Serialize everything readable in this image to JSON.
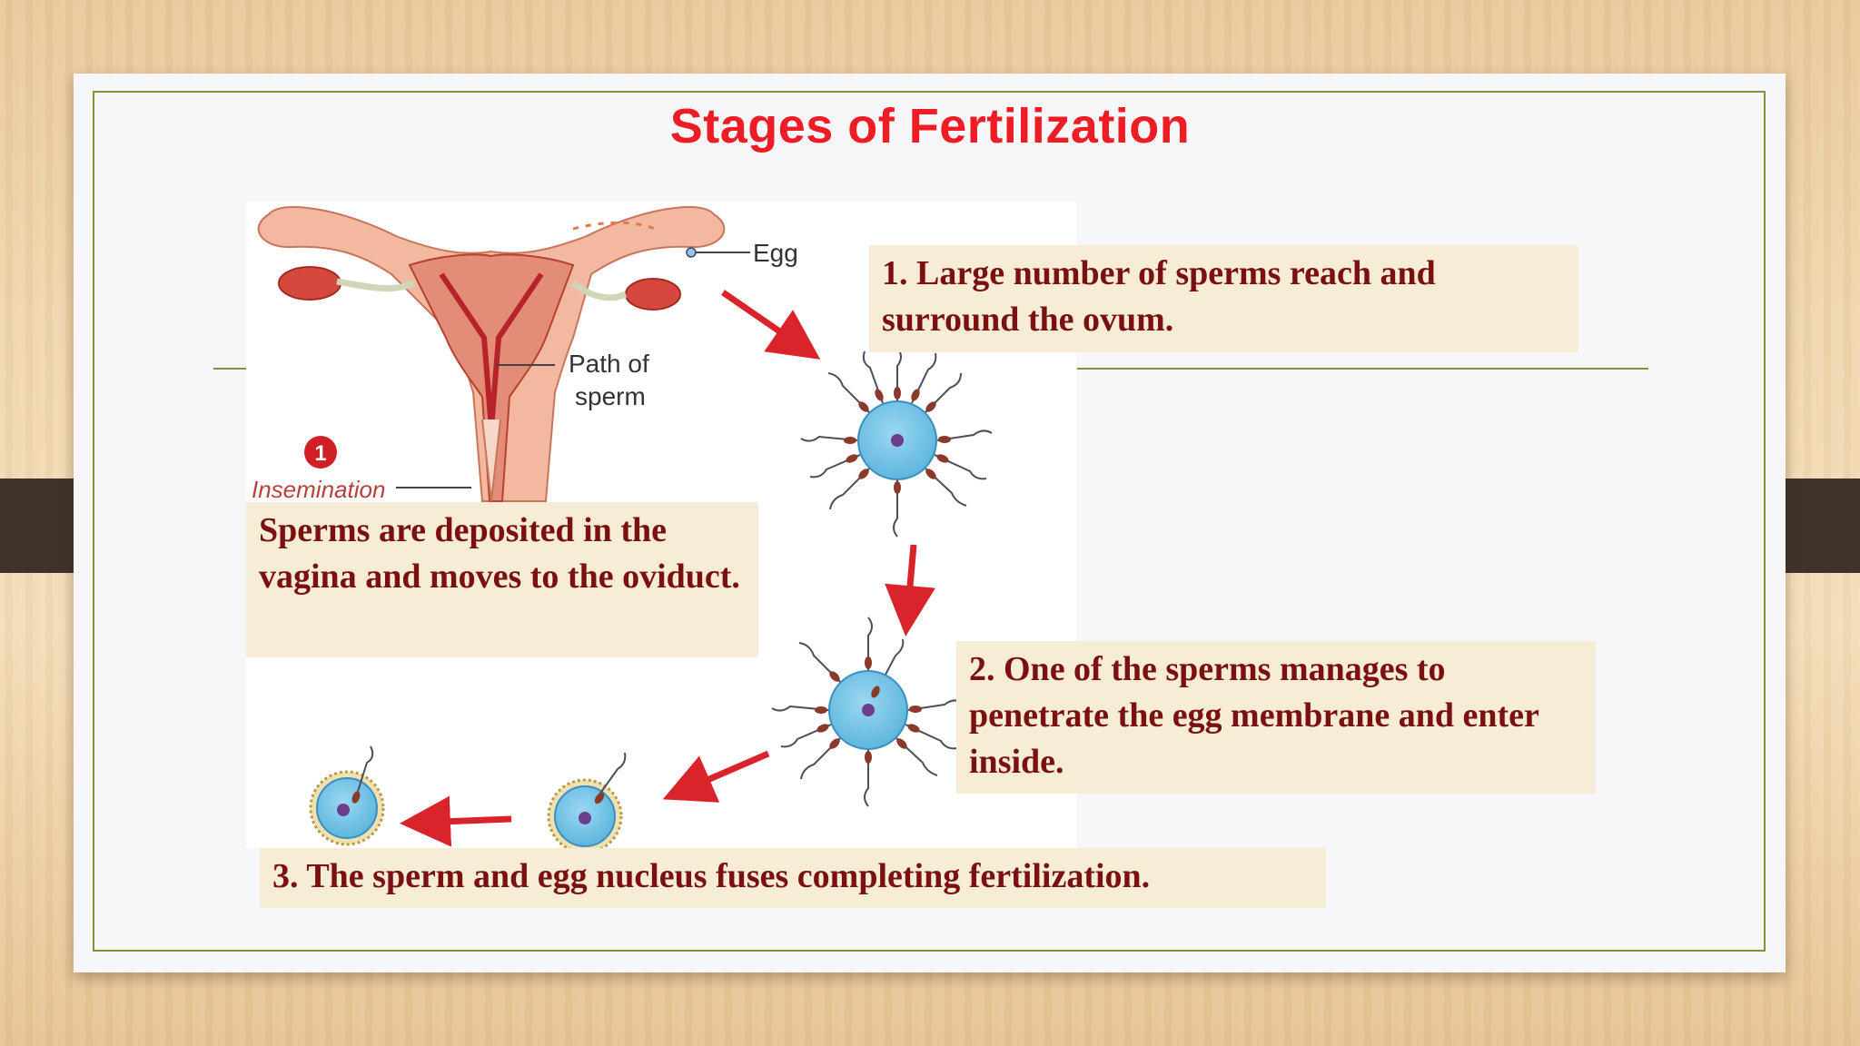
{
  "slide": {
    "title": "Stages of Fertilization"
  },
  "diagram_labels": {
    "egg": "Egg",
    "path_of_sperm_line1": "Path of",
    "path_of_sperm_line2": "sperm",
    "step_badge": "1",
    "insemination": "Insemination"
  },
  "stages": {
    "insemination_text": "Sperms are deposited in the vagina and moves to the oviduct.",
    "stage1": "1. Large number of sperms reach and surround the ovum.",
    "stage2": "2. One of the sperms manages to penetrate the egg membrane and enter inside.",
    "stage3": "3. The sperm and egg nucleus fuses completing fertilization."
  },
  "colors": {
    "title": "#ee1c24",
    "body_text": "#7a1010",
    "text_box_bg": "#f7ecd6",
    "frame_line": "#8a8f3a",
    "arrow": "#d9242b",
    "egg": "#6ec1e4"
  }
}
